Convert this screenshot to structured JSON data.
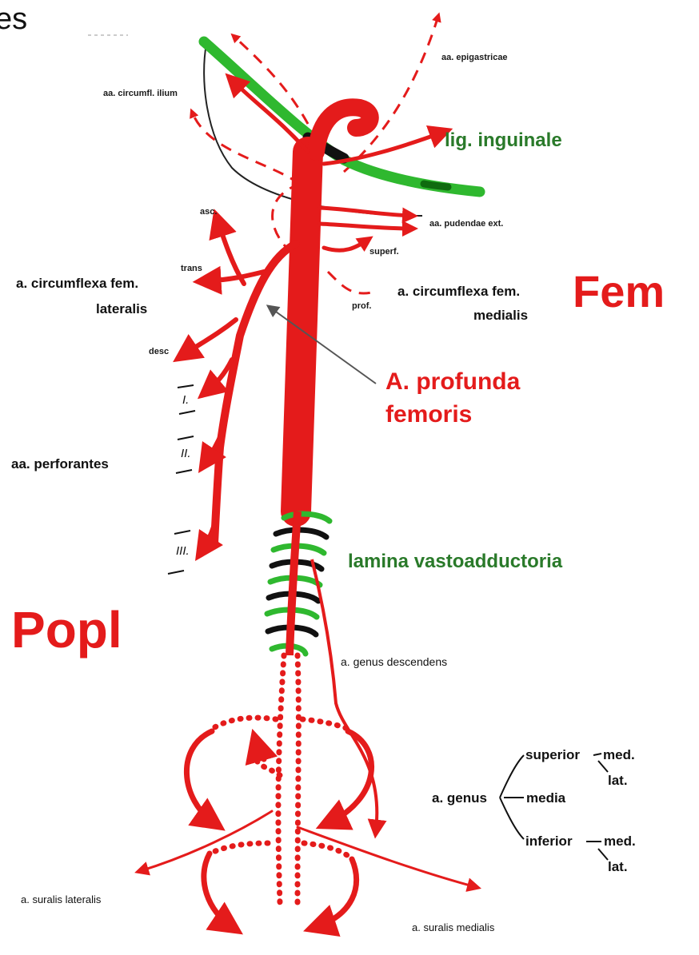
{
  "colors": {
    "artery": "#e41b1b",
    "ligament": "#2fb82f",
    "ligament_dark": "#0f6b0f",
    "label_green": "#2a7a2a",
    "label_red": "#e41b1b",
    "text": "#111111"
  },
  "top_left_fragment": "es",
  "labels": {
    "aa_epigastricae": "aa. epigastricae",
    "aa_circumfl_ilium": "aa. circumfl. ilium",
    "lig_inguinale": "lig. inguinale",
    "asc": "asc.",
    "aa_pudendae_ext": "aa. pudendae ext.",
    "superf": "superf.",
    "trans": "trans",
    "prof": "prof.",
    "circumflexa_lat_line1": "a. circumflexa fem.",
    "circumflexa_lat_line2": "lateralis",
    "circumflexa_med_line1": "a. circumflexa fem.",
    "circumflexa_med_line2": "medialis",
    "fem": "Fem",
    "desc": "desc",
    "profunda_line1": "A. profunda",
    "profunda_line2": "femoris",
    "perf_1": "I.",
    "perf_2": "II.",
    "perf_3": "III.",
    "aa_perforantes": "aa. perforantes",
    "lamina_vastoadductoria": "lamina vastoadductoria",
    "popl": "Popl",
    "a_genus_descendens": "a. genus descendens",
    "superior": "superior",
    "med_1": "med.",
    "lat_1": "lat.",
    "a_genus": "a. genus",
    "media": "media",
    "inferior": "inferior",
    "med_2": "med.",
    "lat_2": "lat.",
    "a_suralis_lateralis": "a. suralis lateralis",
    "a_suralis_medialis": "a. suralis medialis"
  }
}
